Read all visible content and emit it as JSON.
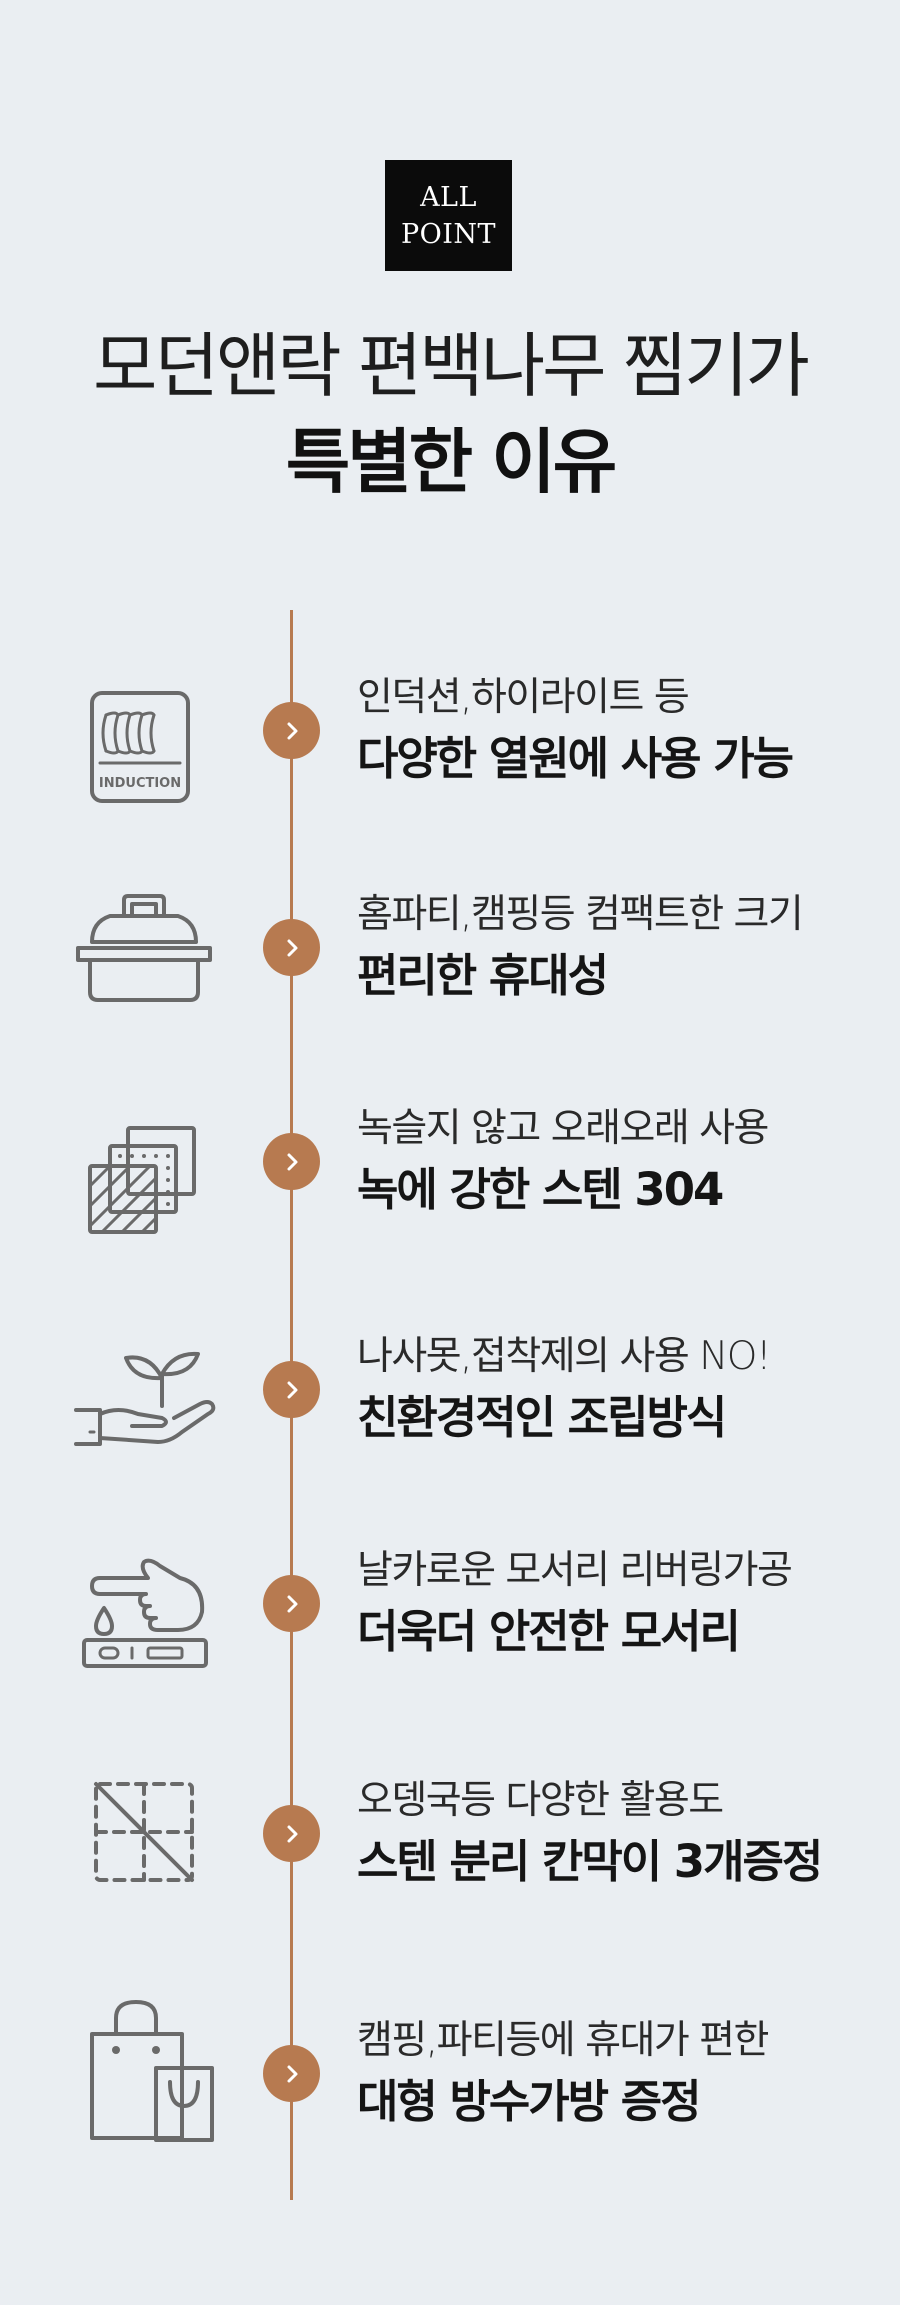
{
  "badge": {
    "line1": "ALL",
    "line2": "POINT"
  },
  "title": {
    "line1": "모던앤락 편백나무 찜기가",
    "line2": "특별한 이유"
  },
  "points": [
    {
      "icon": "induction-icon",
      "icon_label": "INDUCTION",
      "sub": "인덕션,하이라이트 등",
      "main": "다양한 열원에 사용 가능"
    },
    {
      "icon": "carry-case-icon",
      "sub": "홈파티,캠핑등 컴팩트한 크기",
      "main": "편리한 휴대성"
    },
    {
      "icon": "steel-layers-icon",
      "sub": "녹슬지 않고 오래오래 사용",
      "main": "녹에 강한 스텐 304"
    },
    {
      "icon": "eco-hand-plant-icon",
      "sub": "나사못,접착제의 사용 NO!",
      "main": "친환경적인 조립방식"
    },
    {
      "icon": "finger-touch-icon",
      "sub": "날카로운 모서리 리버링가공",
      "main": "더욱더 안전한 모서리"
    },
    {
      "icon": "divider-grid-icon",
      "sub": "오뎅국등 다양한 활용도",
      "main": "스텐 분리 칸막이 3개증정"
    },
    {
      "icon": "shopping-bags-icon",
      "sub": "캠핑,파티등에 휴대가 편한",
      "main": "대형 방수가방 증정"
    }
  ],
  "colors": {
    "background": "#eaeef2",
    "accent": "#b77a50",
    "badge": "#0b0b0b",
    "icon": "#6a6a6a"
  }
}
